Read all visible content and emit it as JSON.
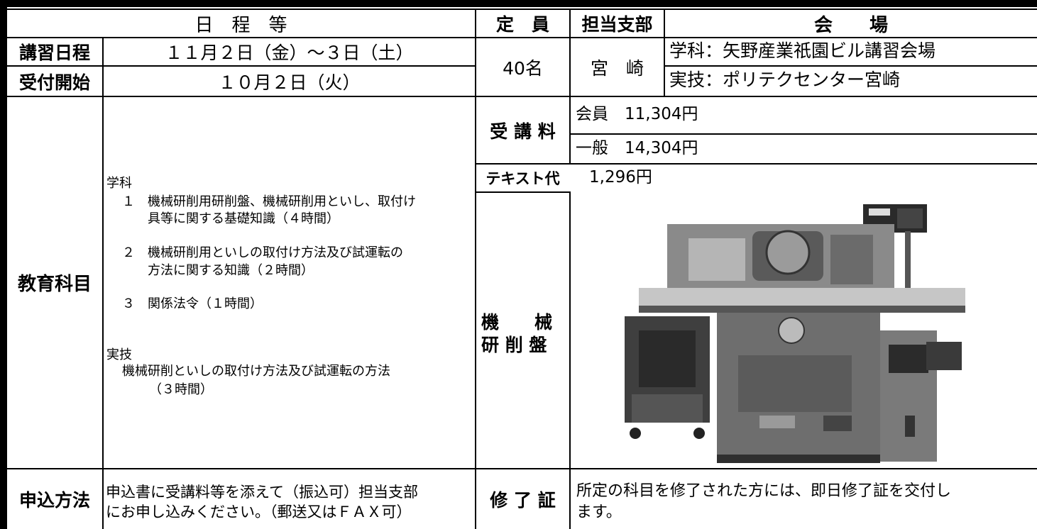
{
  "header": {
    "schedule": "日　程　等",
    "capacity": "定　員",
    "branch": "担当支部",
    "venue": "会　　場"
  },
  "schedule": {
    "course_label": "講習日程",
    "course_dates": "１１月２日（金）～３日（土）",
    "reception_label": "受付開始",
    "reception_date": "１０月２日（火）"
  },
  "capacity_value": "40名",
  "branch_value": "宮　崎",
  "venue": {
    "classroom": "学科：矢野産業祇園ビル講習会場",
    "practical": "実技：ポリテクセンター宮崎"
  },
  "subjects": {
    "label": "教育科目",
    "classroom_heading": "学科",
    "item1_line1": "１　機械研削用研削盤、機械研削用といし、取付け",
    "item1_line2": "具等に関する基礎知識（４時間）",
    "item2_line1": "２　機械研削用といしの取付け方法及び試運転の",
    "item2_line2": "方法に関する知識（２時間）",
    "item3": "３　関係法令（１時間）",
    "practical_heading": "実技",
    "practical_line1": "機械研削といしの取付け方法及び試運転の方法",
    "practical_line2": "（３時間）"
  },
  "fees": {
    "label": "受 講 料",
    "member": "会員　11,304円",
    "general": "一般　14,304円",
    "text_label": "テキスト代",
    "text_fee": "1,296円"
  },
  "machine": {
    "label_line1": "機　　械",
    "label_line2": "研 削 盤",
    "image_desc": "surface-grinder-photo"
  },
  "apply": {
    "label": "申込方法",
    "line1": "申込書に受講料等を添えて（振込可）担当支部",
    "line2": "にお申し込みください。（郵送又はＦＡＸ可）"
  },
  "certificate": {
    "label": "修 了 証",
    "line1": "所定の科目を修了された方には、即日修了証を交付し",
    "line2": "ます。"
  }
}
